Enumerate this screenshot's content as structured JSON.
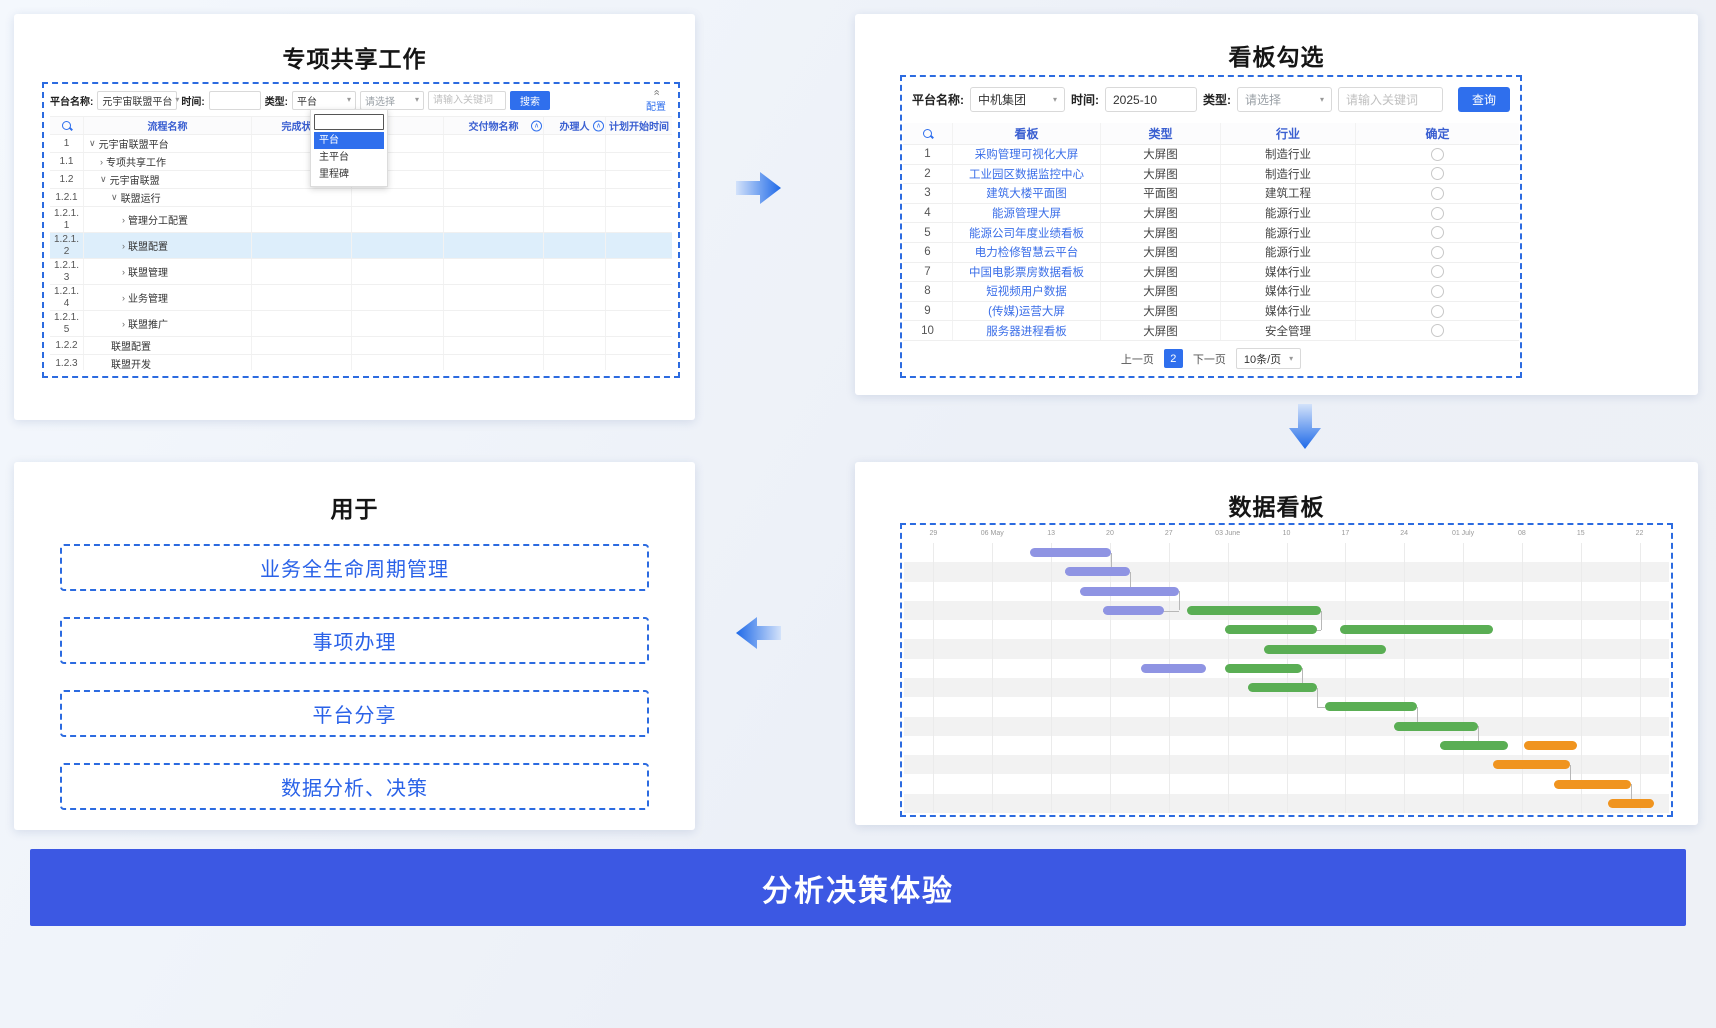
{
  "colors": {
    "accent_blue": "#2f6fed",
    "dashed_border": "#2c6be0",
    "link_blue": "#3a6ee8",
    "header_blue": "#3a5fd1",
    "row_highlight": "#ddeefb",
    "banner_bg": "#3c58e3",
    "gantt_purple": "#8f94e3",
    "gantt_green": "#5aae54",
    "gantt_orange": "#f0941f"
  },
  "panel_shared_work": {
    "title": "专项共享工作",
    "filter": {
      "platform_label": "平台名称:",
      "platform_value": "元宇宙联盟平台",
      "time_label": "时间:",
      "time_value": "",
      "type_label": "类型:",
      "type_value": "平台",
      "select_placeholder": "请选择",
      "keyword_placeholder": "请输入关键词",
      "search_button": "搜索",
      "config_link": "配置"
    },
    "type_dropdown": {
      "input_value": "",
      "options": [
        {
          "label": "平台",
          "selected": true
        },
        {
          "label": "主平台",
          "selected": false
        },
        {
          "label": "里程碑",
          "selected": false
        }
      ]
    },
    "table": {
      "headers": [
        "流程名称",
        "完成状态",
        "",
        "交付物名称",
        "办理人",
        "计划开始时间"
      ],
      "rows": [
        {
          "num": "1",
          "name": "元宇宙联盟平台",
          "arrow": "expanded",
          "level": 0,
          "highlight": false
        },
        {
          "num": "1.1",
          "name": "专项共享工作",
          "arrow": "collapsed",
          "level": 1,
          "highlight": false
        },
        {
          "num": "1.2",
          "name": "元宇宙联盟",
          "arrow": "expanded",
          "level": 1,
          "highlight": false
        },
        {
          "num": "1.2.1",
          "name": "联盟运行",
          "arrow": "expanded",
          "level": 2,
          "highlight": false
        },
        {
          "num": "1.2.1.1",
          "name": "管理分工配置",
          "arrow": "collapsed",
          "level": 3,
          "highlight": false
        },
        {
          "num": "1.2.1.2",
          "name": "联盟配置",
          "arrow": "collapsed",
          "level": 3,
          "highlight": true
        },
        {
          "num": "1.2.1.3",
          "name": "联盟管理",
          "arrow": "collapsed",
          "level": 3,
          "highlight": false
        },
        {
          "num": "1.2.1.4",
          "name": "业务管理",
          "arrow": "collapsed",
          "level": 3,
          "highlight": false
        },
        {
          "num": "1.2.1.5",
          "name": "联盟推广",
          "arrow": "collapsed",
          "level": 3,
          "highlight": false
        },
        {
          "num": "1.2.2",
          "name": "联盟配置",
          "arrow": "none",
          "level": 2,
          "highlight": false
        },
        {
          "num": "1.2.3",
          "name": "联盟开发",
          "arrow": "none",
          "level": 2,
          "highlight": false
        }
      ]
    }
  },
  "panel_board_select": {
    "title": "看板勾选",
    "filter": {
      "platform_label": "平台名称:",
      "platform_value": "中机集团",
      "time_label": "时间:",
      "time_value": "2025-10",
      "type_label": "类型:",
      "type_placeholder": "请选择",
      "keyword_placeholder": "请输入关键词",
      "search_button": "查询"
    },
    "table": {
      "headers": [
        "看板",
        "类型",
        "行业",
        "确定"
      ],
      "rows": [
        {
          "num": "1",
          "board": "采购管理可视化大屏",
          "type": "大屏图",
          "industry": "制造行业"
        },
        {
          "num": "2",
          "board": "工业园区数据监控中心",
          "type": "大屏图",
          "industry": "制造行业"
        },
        {
          "num": "3",
          "board": "建筑大楼平面图",
          "type": "平面图",
          "industry": "建筑工程"
        },
        {
          "num": "4",
          "board": "能源管理大屏",
          "type": "大屏图",
          "industry": "能源行业"
        },
        {
          "num": "5",
          "board": "能源公司年度业绩看板",
          "type": "大屏图",
          "industry": "能源行业"
        },
        {
          "num": "6",
          "board": "电力检修智慧云平台",
          "type": "大屏图",
          "industry": "能源行业"
        },
        {
          "num": "7",
          "board": "中国电影票房数据看板",
          "type": "大屏图",
          "industry": "媒体行业"
        },
        {
          "num": "8",
          "board": "短视频用户数据",
          "type": "大屏图",
          "industry": "媒体行业"
        },
        {
          "num": "9",
          "board": "(传媒)运营大屏",
          "type": "大屏图",
          "industry": "媒体行业"
        },
        {
          "num": "10",
          "board": "服务器进程看板",
          "type": "大屏图",
          "industry": "安全管理"
        }
      ]
    },
    "pagination": {
      "prev": "上一页",
      "current": "2",
      "next": "下一页",
      "page_size": "10条/页"
    }
  },
  "panel_used_for": {
    "title": "用于",
    "items": [
      "业务全生命周期管理",
      "事项办理",
      "平台分享",
      "数据分析、决策"
    ]
  },
  "panel_data_board": {
    "title": "数据看板",
    "gantt": {
      "type": "gantt",
      "timeline": [
        "29",
        "06 May",
        "13",
        "20",
        "27",
        "03 June",
        "10",
        "17",
        "24",
        "01 July",
        "08",
        "15",
        "22"
      ],
      "row_count": 14,
      "tasks": [
        {
          "r": 0,
          "s": 16.5,
          "w": 10.5,
          "c": "purple",
          "label": ""
        },
        {
          "r": 1,
          "s": 21,
          "w": 8.5,
          "c": "purple",
          "label": ""
        },
        {
          "r": 2,
          "s": 23,
          "w": 13,
          "c": "purple",
          "label": ""
        },
        {
          "r": 3,
          "s": 26,
          "w": 8,
          "c": "purple",
          "label": ""
        },
        {
          "r": 3,
          "s": 37,
          "w": 17.5,
          "c": "green",
          "label": ""
        },
        {
          "r": 4,
          "s": 42,
          "w": 12,
          "c": "green",
          "label": ""
        },
        {
          "r": 4,
          "s": 57,
          "w": 20,
          "c": "green",
          "label": ""
        },
        {
          "r": 5,
          "s": 47,
          "w": 16,
          "c": "green",
          "label": ""
        },
        {
          "r": 6,
          "s": 31,
          "w": 8.5,
          "c": "purple",
          "label": ""
        },
        {
          "r": 6,
          "s": 42,
          "w": 10,
          "c": "green",
          "label": ""
        },
        {
          "r": 7,
          "s": 45,
          "w": 9,
          "c": "green",
          "label": ""
        },
        {
          "r": 8,
          "s": 55,
          "w": 12,
          "c": "green",
          "label": ""
        },
        {
          "r": 9,
          "s": 64,
          "w": 11,
          "c": "green",
          "label": ""
        },
        {
          "r": 10,
          "s": 70,
          "w": 9,
          "c": "green",
          "label": ""
        },
        {
          "r": 10,
          "s": 81,
          "w": 7,
          "c": "orange",
          "label": ""
        },
        {
          "r": 11,
          "s": 77,
          "w": 10,
          "c": "orange",
          "label": ""
        },
        {
          "r": 12,
          "s": 85,
          "w": 10,
          "c": "orange",
          "label": ""
        },
        {
          "r": 13,
          "s": 92,
          "w": 6,
          "c": "orange",
          "label": ""
        }
      ]
    }
  },
  "banner": {
    "text": "分析决策体验"
  }
}
